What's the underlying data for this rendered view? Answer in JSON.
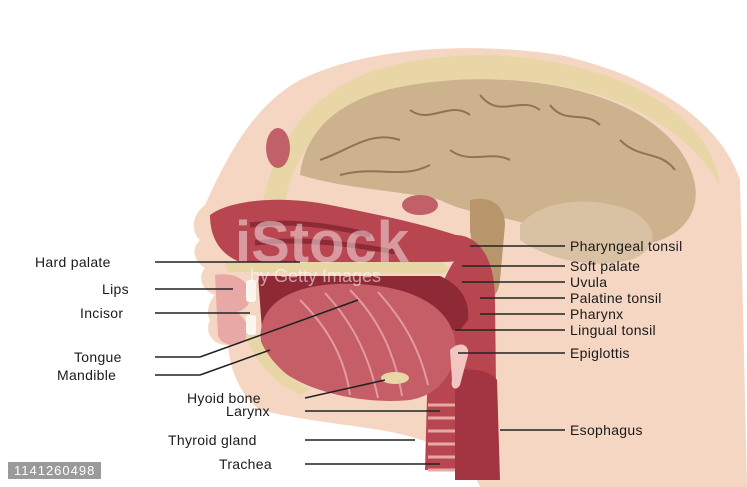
{
  "labels_left": [
    {
      "id": "hard-palate",
      "text": "Hard palate"
    },
    {
      "id": "lips",
      "text": "Lips"
    },
    {
      "id": "incisor",
      "text": "Incisor"
    },
    {
      "id": "tongue",
      "text": "Tongue"
    },
    {
      "id": "mandible",
      "text": "Mandible"
    },
    {
      "id": "hyoid-bone",
      "text": "Hyoid bone"
    },
    {
      "id": "larynx",
      "text": "Larynx"
    },
    {
      "id": "thyroid-gland",
      "text": "Thyroid gland"
    },
    {
      "id": "trachea",
      "text": "Trachea"
    }
  ],
  "labels_right": [
    {
      "id": "pharyngeal-tonsil",
      "text": "Pharyngeal tonsil"
    },
    {
      "id": "soft-palate",
      "text": "Soft palate"
    },
    {
      "id": "uvula",
      "text": "Uvula"
    },
    {
      "id": "palatine-tonsil",
      "text": "Palatine tonsil"
    },
    {
      "id": "pharynx",
      "text": "Pharynx"
    },
    {
      "id": "lingual-tonsil",
      "text": "Lingual tonsil"
    },
    {
      "id": "epiglottis",
      "text": "Epiglottis"
    },
    {
      "id": "esophagus",
      "text": "Esophagus"
    }
  ],
  "watermark": {
    "brand": "iStock",
    "credit": "by Getty Images"
  },
  "stock_id": "1141260498",
  "colors": {
    "skin": "#f4d6c3",
    "skull": "#e8d6a6",
    "brain": "#cdb28e",
    "muscle": "#b84650",
    "muscle_dark": "#8e2a35",
    "tissue_light": "#e8a9a6",
    "leader_line": "#222222"
  }
}
